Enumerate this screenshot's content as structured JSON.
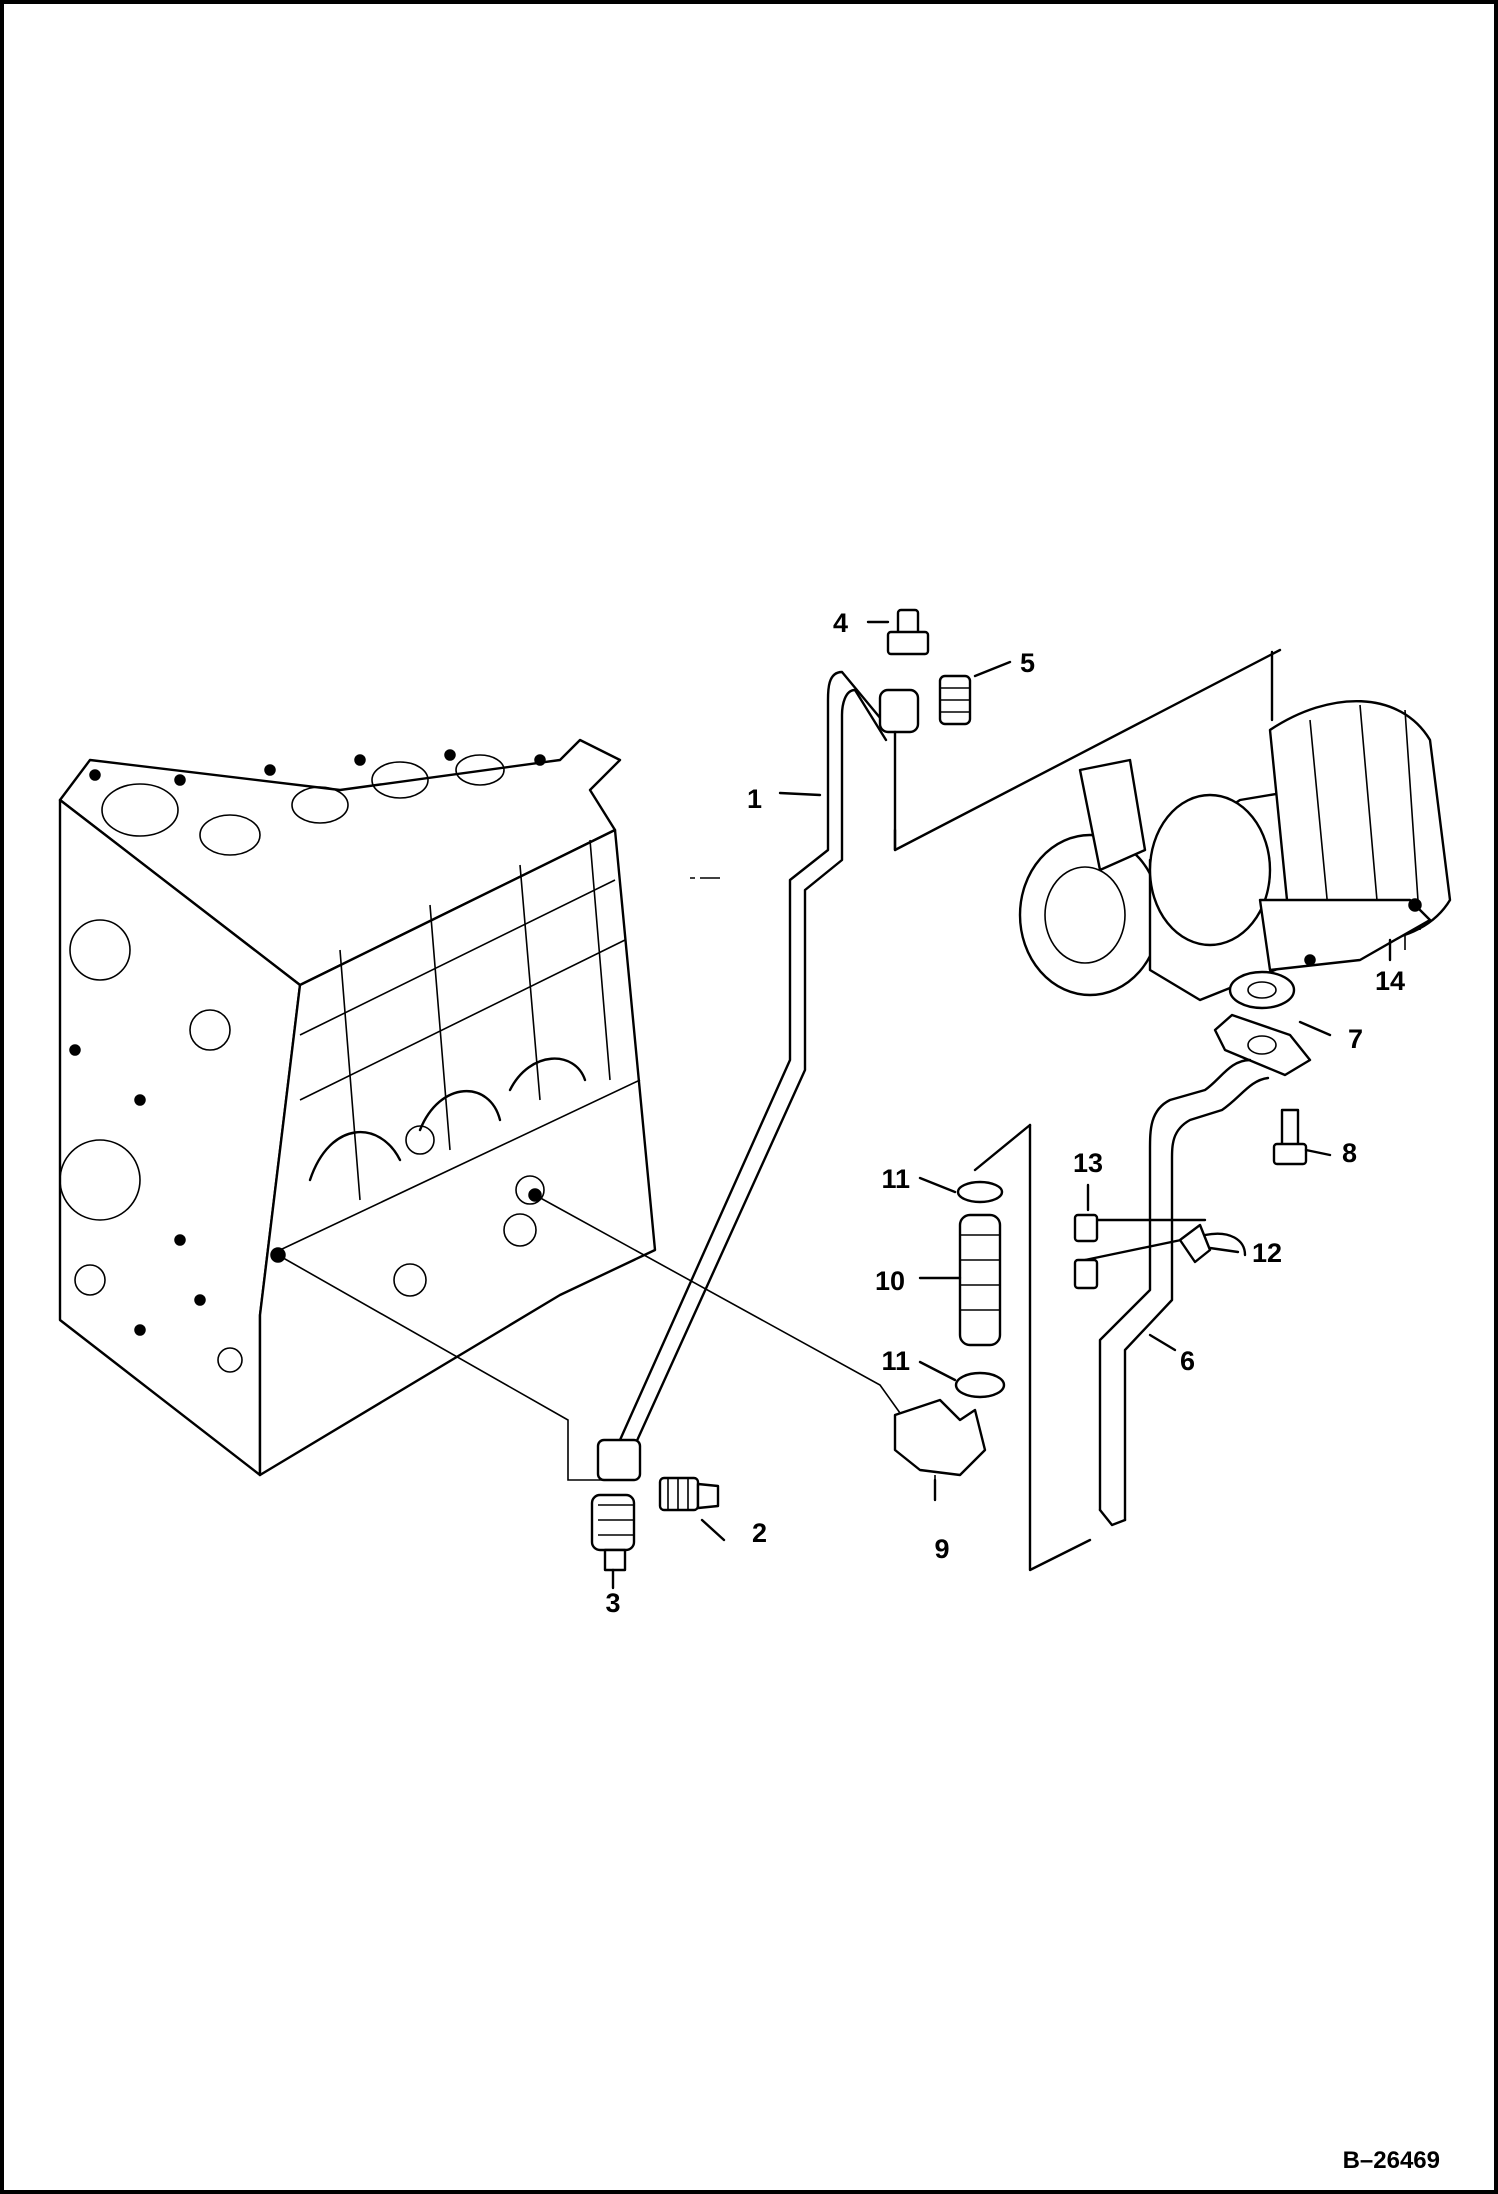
{
  "drawing_number": "B–26469",
  "callouts": [
    {
      "id": "1",
      "label": "1"
    },
    {
      "id": "2",
      "label": "2"
    },
    {
      "id": "3",
      "label": "3"
    },
    {
      "id": "4",
      "label": "4"
    },
    {
      "id": "5",
      "label": "5"
    },
    {
      "id": "6",
      "label": "6"
    },
    {
      "id": "7",
      "label": "7"
    },
    {
      "id": "8",
      "label": "8"
    },
    {
      "id": "9",
      "label": "9"
    },
    {
      "id": "10",
      "label": "10"
    },
    {
      "id": "11a",
      "label": "11"
    },
    {
      "id": "11b",
      "label": "11"
    },
    {
      "id": "12",
      "label": "12"
    },
    {
      "id": "13",
      "label": "13"
    },
    {
      "id": "14",
      "label": "14"
    }
  ]
}
